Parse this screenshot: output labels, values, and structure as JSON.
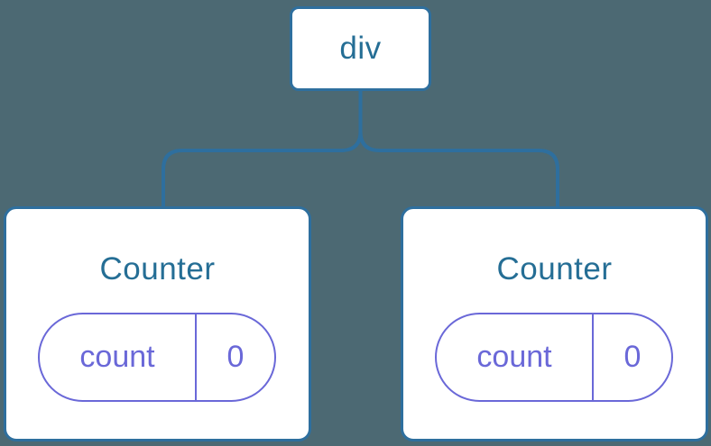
{
  "colors": {
    "bg": "#4C6973",
    "line": "#2E6F9E",
    "text": "#256E95",
    "purple": "#6A68D8",
    "card": "#FFFFFF"
  },
  "diagram": {
    "type": "component-tree",
    "root": {
      "label": "div"
    },
    "children": [
      {
        "title": "Counter",
        "state": {
          "key": "count",
          "value": "0"
        }
      },
      {
        "title": "Counter",
        "state": {
          "key": "count",
          "value": "0"
        }
      }
    ]
  }
}
